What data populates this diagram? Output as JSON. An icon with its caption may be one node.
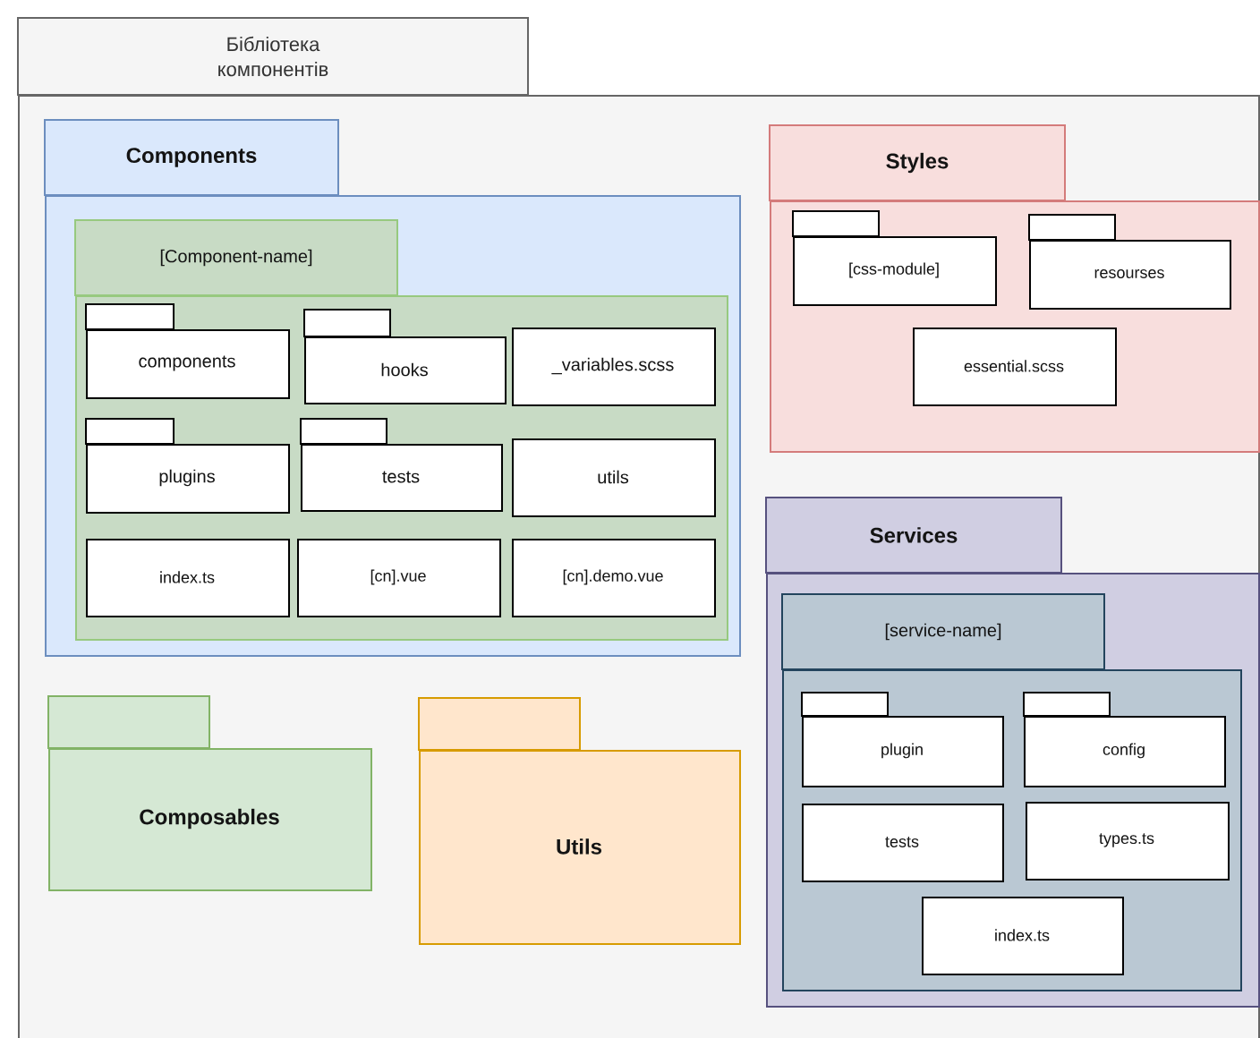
{
  "diagram": {
    "nodes": [
      {
        "text": [
          "Бібліотека компонентів"
        ]
      },
      {
        "text": [
          "Components"
        ],
        "in": 0
      },
      {
        "text": [
          "[Component-name]"
        ],
        "in": 1
      },
      {
        "text": [
          "components"
        ],
        "in": 2
      },
      {
        "text": [
          "hooks"
        ],
        "in": 2
      },
      {
        "text": [
          "_variables.scss"
        ],
        "in": 2
      },
      {
        "text": [
          "plugins"
        ],
        "in": 2
      },
      {
        "text": [
          "tests"
        ],
        "in": 2
      },
      {
        "text": [
          "utils"
        ],
        "in": 2
      },
      {
        "text": [
          "index.ts"
        ],
        "in": 2
      },
      {
        "text": [
          "[cn].vue"
        ],
        "in": 2
      },
      {
        "text": [
          "[cn].demo.vue"
        ],
        "in": 2
      },
      {
        "text": [
          "Styles"
        ],
        "in": 0
      },
      {
        "text": [
          "[css-module]"
        ],
        "in": 12
      },
      {
        "text": [
          "resourses"
        ],
        "in": 12
      },
      {
        "text": [
          "essential.scss"
        ],
        "in": 12
      },
      {
        "text": [
          "Services"
        ],
        "in": 0
      },
      {
        "text": [
          "[service-name]"
        ],
        "in": 16
      },
      {
        "text": [
          "plugin"
        ],
        "in": 17
      },
      {
        "text": [
          "config"
        ],
        "in": 17
      },
      {
        "text": [
          "tests"
        ],
        "in": 17
      },
      {
        "text": [
          "types.ts"
        ],
        "in": 17
      },
      {
        "text": [
          "index.ts"
        ],
        "in": 17
      },
      {
        "text": [
          "Composables"
        ],
        "in": 0
      },
      {
        "text": [
          "Utils"
        ],
        "in": 0
      }
    ]
  }
}
